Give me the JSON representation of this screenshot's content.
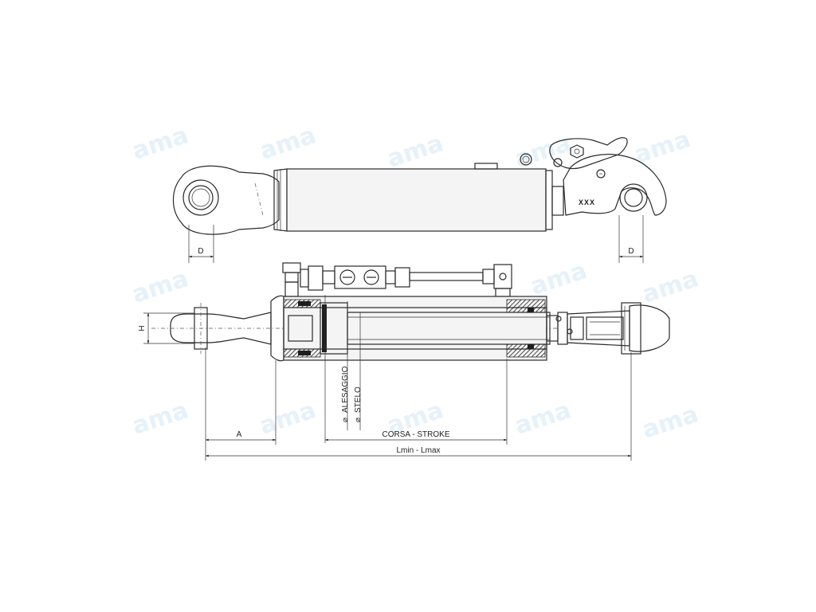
{
  "dimension_labels": {
    "pin_diameter_left": "D",
    "pin_diameter_right": "D",
    "height": "H",
    "eye_offset": "A",
    "stroke": "CORSA - STROKE",
    "length": "Lmin - Lmax",
    "bore": "ALESAGGIO",
    "rod": "STELO",
    "diameter_symbol": "⌀"
  },
  "hook_marking": "XXX",
  "watermark": {
    "text": "ama",
    "color": "#c9e2f5"
  },
  "colors": {
    "line": "#2a2a2a",
    "hatch": "#1e1e1e",
    "background": "#ffffff"
  }
}
